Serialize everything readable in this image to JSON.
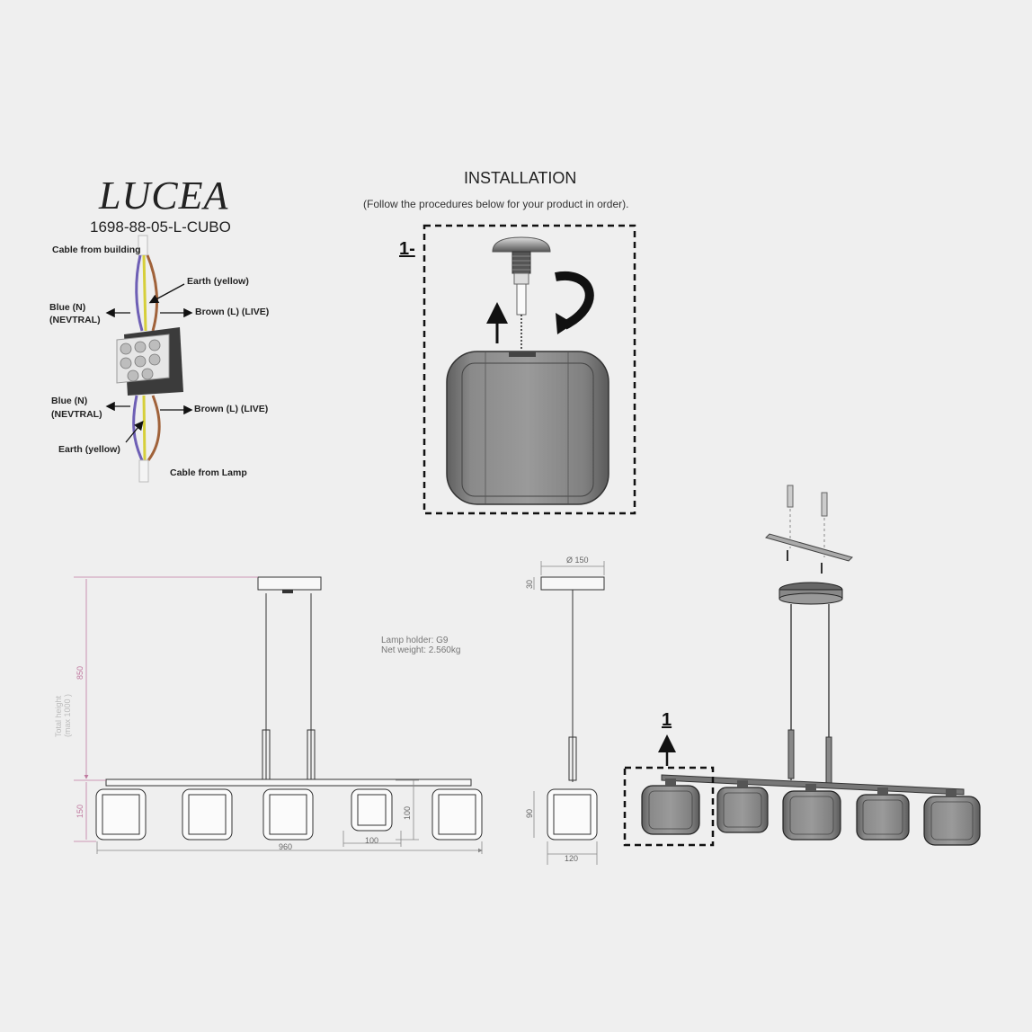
{
  "brand": "LUCEA",
  "model": "1698-88-05-L-CUBO",
  "wiring": {
    "cable_building": "Cable from building",
    "earth_top": "Earth (yellow)",
    "blue_top_1": "Blue (N)",
    "blue_top_2": "(NEVTRAL)",
    "brown_top": "Brown (L) (LIVE)",
    "blue_bottom_1": "Blue (N)",
    "blue_bottom_2": "(NEVTRAL)",
    "brown_bottom": "Brown (L) (LIVE)",
    "earth_bottom": "Earth (yellow)",
    "cable_lamp": "Cable from Lamp"
  },
  "installation": {
    "title": "INSTALLATION",
    "subtitle": "(Follow the procedures below for your product in order).",
    "step_label": "1-"
  },
  "front_view": {
    "dim_height": "850",
    "dim_shade": "150",
    "dim_width": "960",
    "dim_spacing": "100",
    "dim_shade_height": "100",
    "total_height_1": "Total height",
    "total_height_2": "(max 1000 )",
    "note_holder": "Lamp holder: G9",
    "note_weight": "Net weight: 2.560kg"
  },
  "side_view": {
    "dim_canopy": "Ø 150",
    "dim_canopy_h": "30",
    "dim_shade_h": "90",
    "dim_shade_w": "120"
  },
  "perspective": {
    "step_label": "1"
  },
  "colors": {
    "background": "#efefef",
    "wire_blue": "#6e5fb5",
    "wire_brown": "#a0623a",
    "wire_yellow": "#d6cf3a",
    "dimension_pink": "#c07aa0"
  }
}
